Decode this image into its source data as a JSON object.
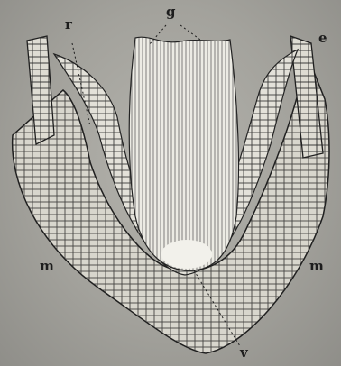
{
  "figure": {
    "labels": {
      "g": "g",
      "r": "r",
      "e": "e",
      "m_left": "m",
      "m_right": "m",
      "v": "v"
    },
    "colors": {
      "background": "#a3a29c",
      "ink": "#1d1d1d",
      "tissue": "#dcdad2"
    }
  }
}
